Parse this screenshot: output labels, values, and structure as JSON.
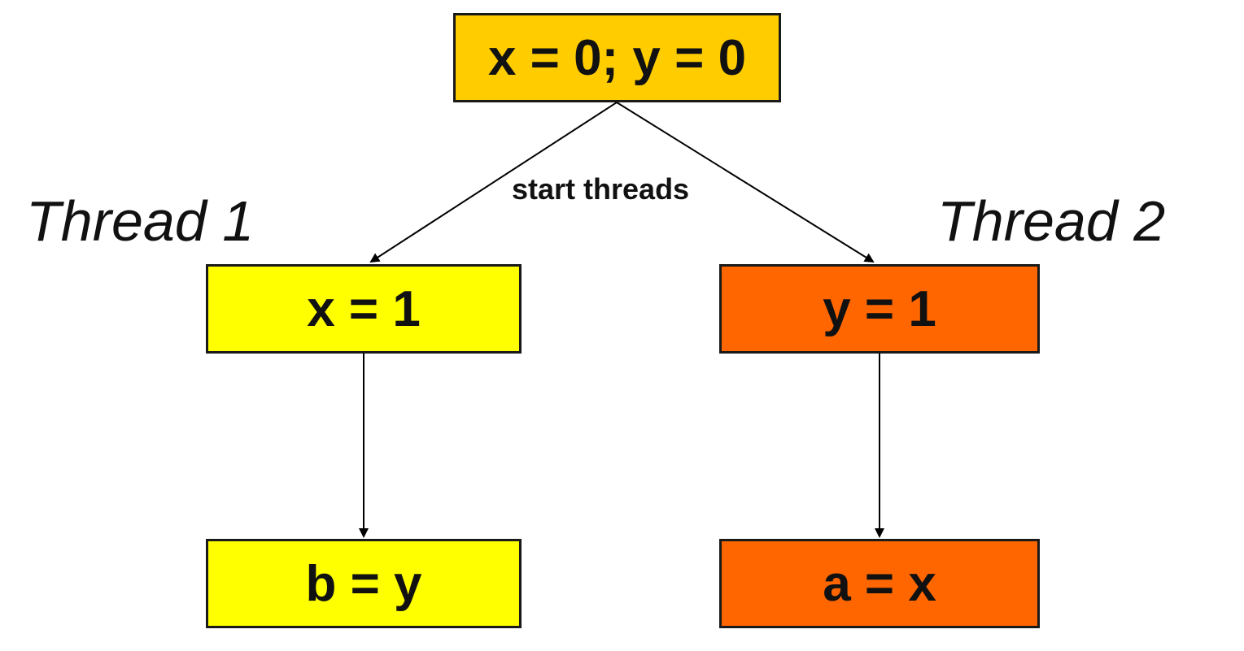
{
  "colors": {
    "init_fill": "#FFCC00",
    "thread1_fill": "#FFFF00",
    "thread2_fill": "#FF6600",
    "line": "#000000"
  },
  "init": {
    "label": "x = 0; y = 0"
  },
  "edge_label": "start threads",
  "thread1": {
    "title": "Thread 1",
    "steps": [
      "x = 1",
      "b = y"
    ]
  },
  "thread2": {
    "title": "Thread 2",
    "steps": [
      "y = 1",
      "a = x"
    ]
  }
}
